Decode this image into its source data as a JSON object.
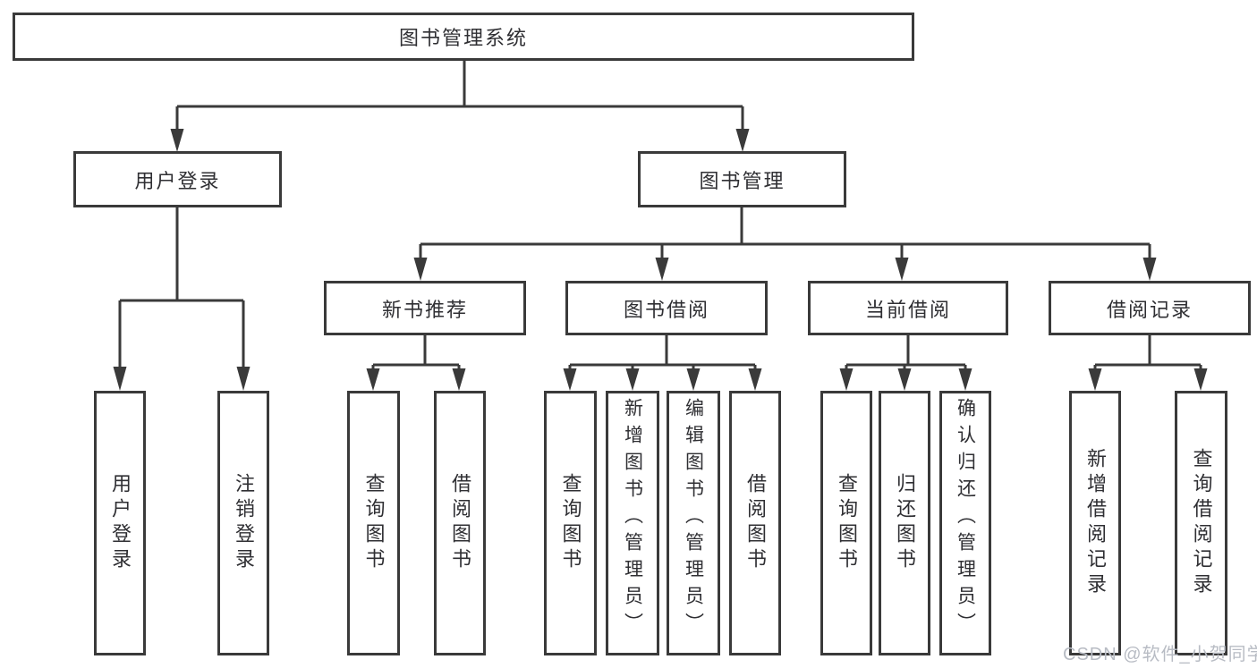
{
  "colors": {
    "line": "#3a3a3a",
    "text": "#2f2f33",
    "background": "#ffffff",
    "watermark": "#b8bcc4"
  },
  "watermark": {
    "text": "CSDN @软件_小贺同学"
  },
  "tree": {
    "label": "图书管理系统",
    "children": [
      {
        "label": "用户登录",
        "children": [
          {
            "label": "用户登录"
          },
          {
            "label": "注销登录"
          }
        ]
      },
      {
        "label": "图书管理",
        "children": [
          {
            "label": "新书推荐",
            "children": [
              {
                "label": "查询图书"
              },
              {
                "label": "借阅图书"
              }
            ]
          },
          {
            "label": "图书借阅",
            "children": [
              {
                "label": "查询图书"
              },
              {
                "label": "新增图书（管理员）"
              },
              {
                "label": "编辑图书（管理员）"
              },
              {
                "label": "借阅图书"
              }
            ]
          },
          {
            "label": "当前借阅",
            "children": [
              {
                "label": "查询图书"
              },
              {
                "label": "归还图书"
              },
              {
                "label": "确认归还（管理员）"
              }
            ]
          },
          {
            "label": "借阅记录",
            "children": [
              {
                "label": "新增借阅记录"
              },
              {
                "label": "查询借阅记录"
              }
            ]
          }
        ]
      }
    ]
  }
}
